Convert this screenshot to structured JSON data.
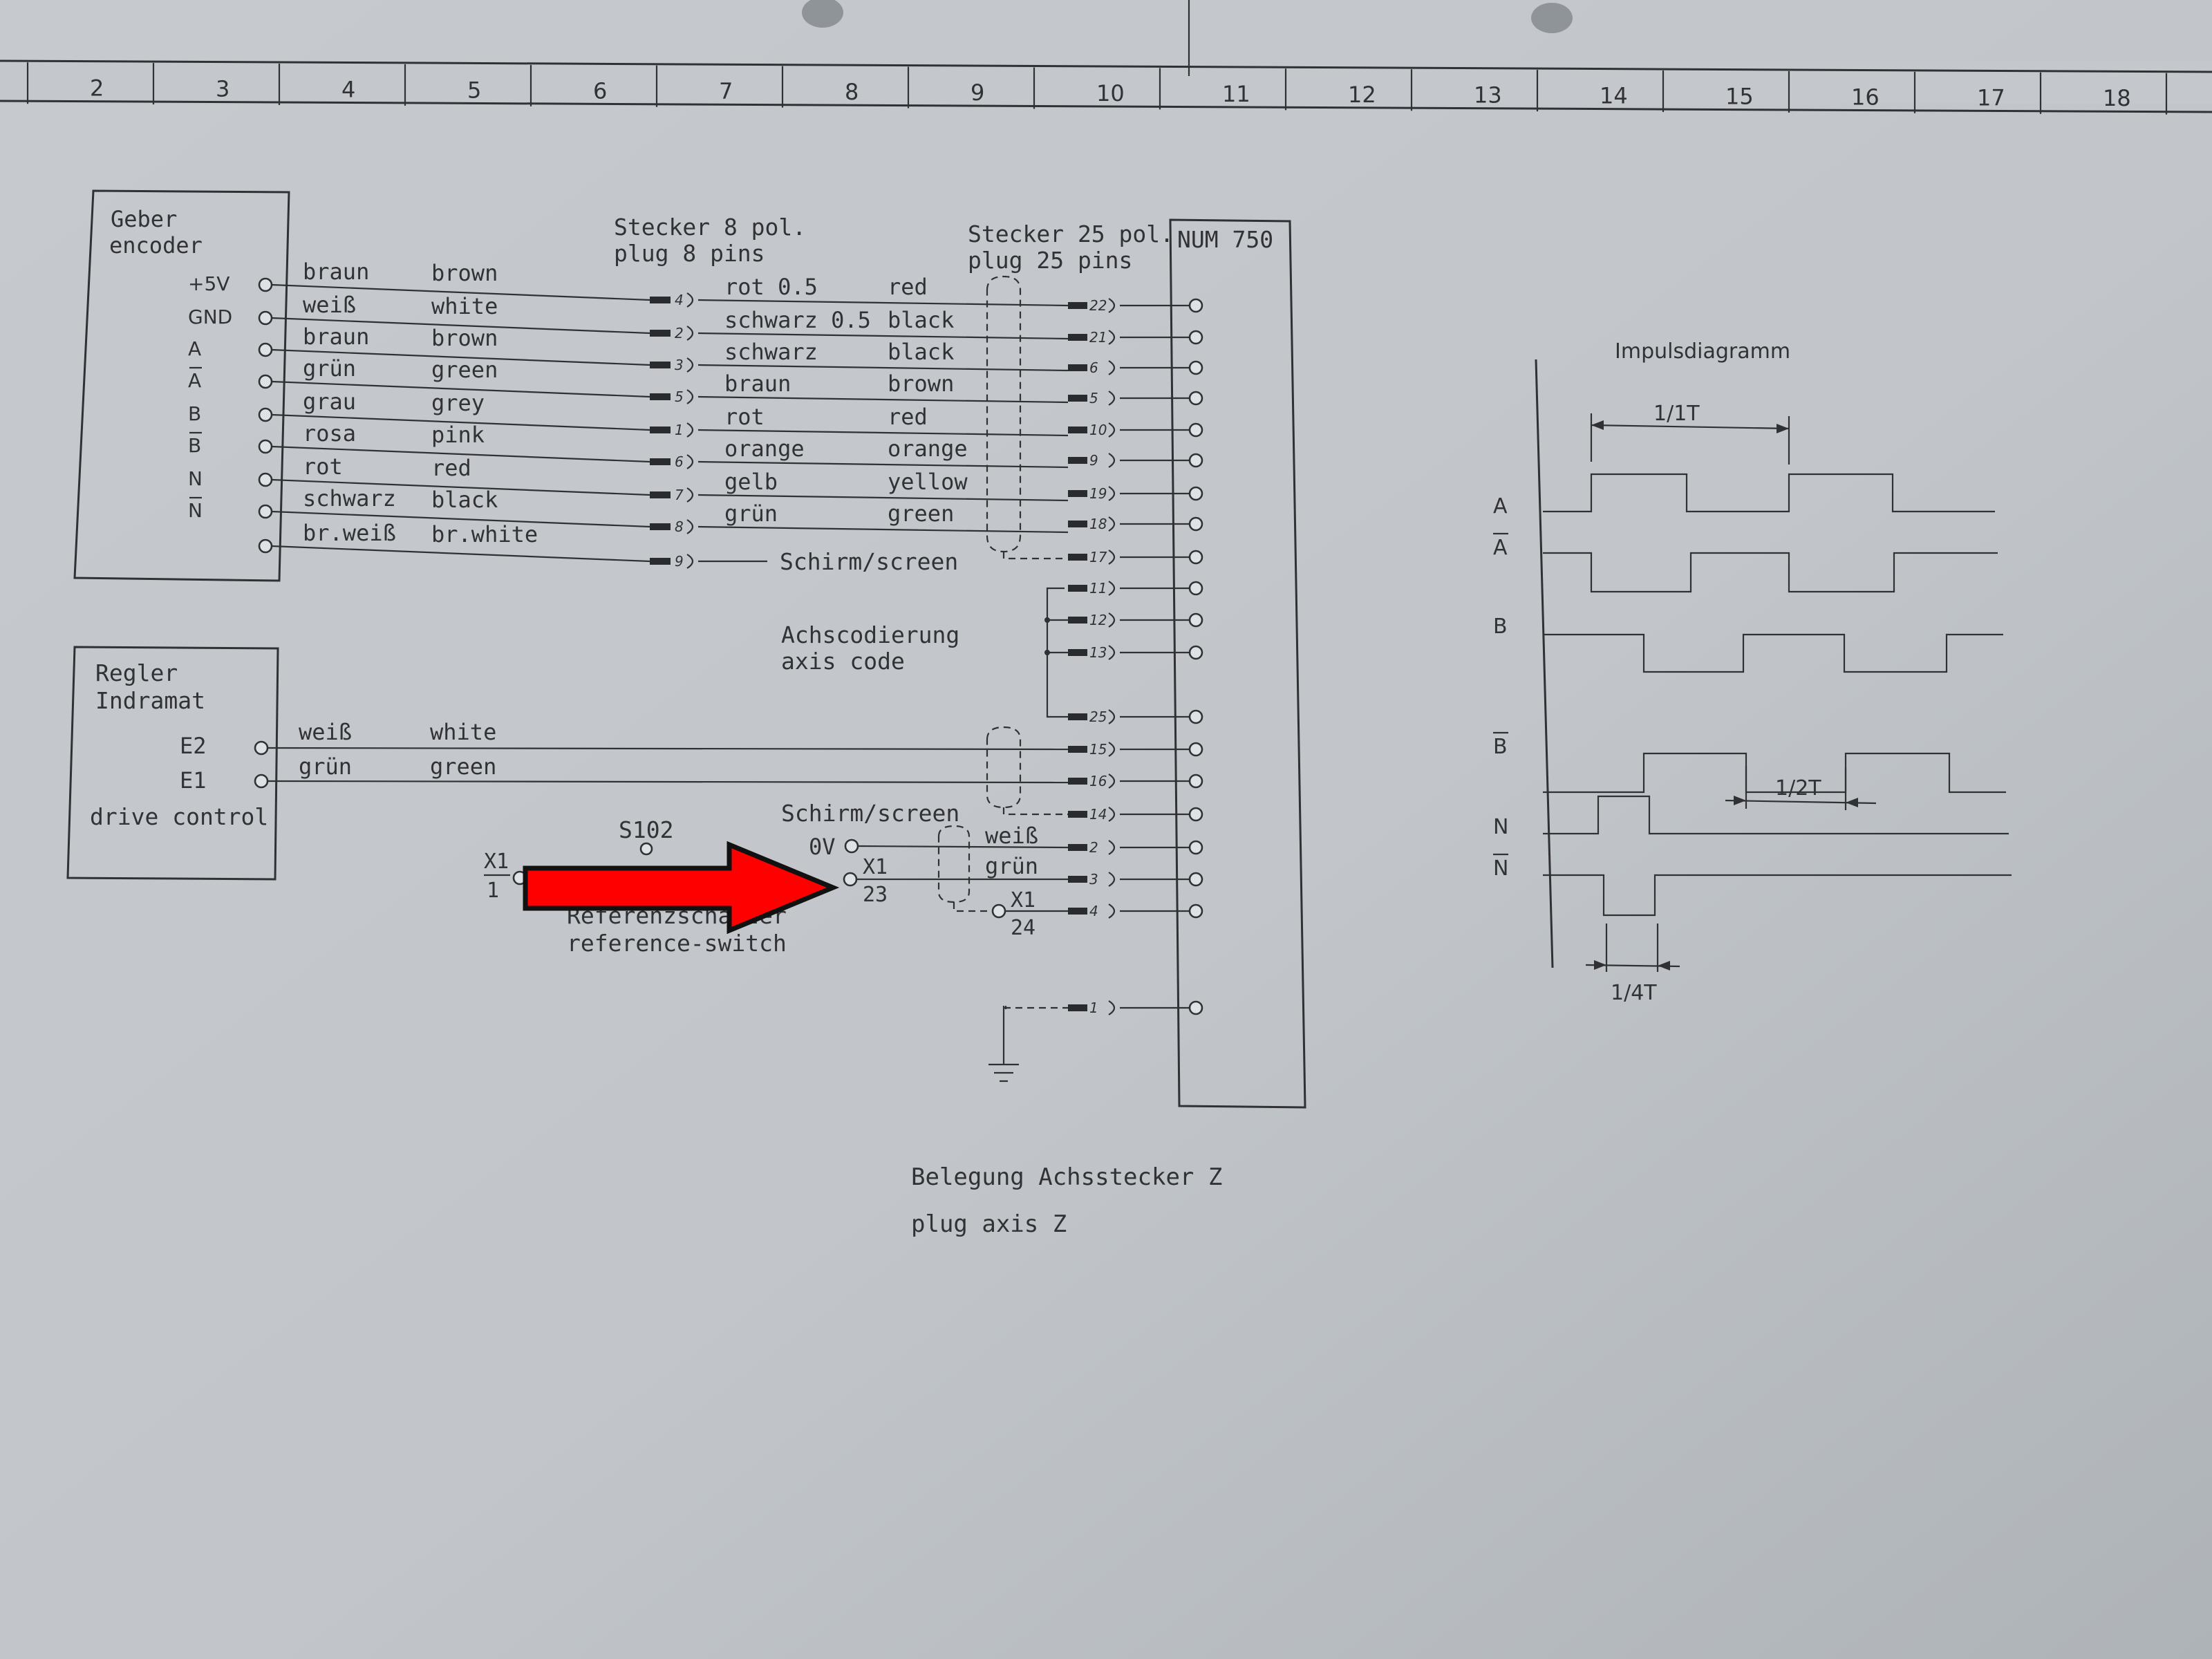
{
  "ruler": {
    "numbers": [
      "2",
      "3",
      "4",
      "5",
      "6",
      "7",
      "8",
      "9",
      "10",
      "11",
      "12",
      "13",
      "14",
      "15",
      "16",
      "17",
      "18"
    ]
  },
  "encoder": {
    "title_de": "Geber",
    "title_en": "encoder",
    "signals": [
      "+5V",
      "GND",
      "A",
      "A",
      "B",
      "B",
      "N",
      "N",
      ""
    ],
    "wires": [
      {
        "de": "braun",
        "en": "brown"
      },
      {
        "de": "weiß",
        "en": "white"
      },
      {
        "de": "braun",
        "en": "brown"
      },
      {
        "de": "grün",
        "en": "green"
      },
      {
        "de": "grau",
        "en": "grey"
      },
      {
        "de": "rosa",
        "en": "pink"
      },
      {
        "de": "rot",
        "en": "red"
      },
      {
        "de": "schwarz",
        "en": "black"
      },
      {
        "de": "br.weiß",
        "en": "br.white"
      }
    ]
  },
  "plug8": {
    "title_de": "Stecker 8 pol.",
    "title_en": "plug 8 pins",
    "pins": [
      "4",
      "2",
      "3",
      "5",
      "1",
      "6",
      "7",
      "8",
      "9"
    ]
  },
  "cable25": {
    "wires": [
      {
        "de": "rot 0.5",
        "en": "red"
      },
      {
        "de": "schwarz 0.5",
        "en": "black"
      },
      {
        "de": "schwarz",
        "en": "black"
      },
      {
        "de": "braun",
        "en": "brown"
      },
      {
        "de": "rot",
        "en": "red"
      },
      {
        "de": "orange",
        "en": "orange"
      },
      {
        "de": "gelb",
        "en": "yellow"
      },
      {
        "de": "grün",
        "en": "green"
      }
    ],
    "screen": "Schirm/screen"
  },
  "plug25": {
    "title_de": "Stecker 25 pol.",
    "title_en": "plug 25 pins",
    "pins": [
      "22",
      "21",
      "6",
      "5",
      "10",
      "9",
      "19",
      "18",
      "17",
      "11",
      "12",
      "13",
      "25",
      "15",
      "16",
      "14",
      "2",
      "3",
      "4",
      "1"
    ]
  },
  "num": {
    "title": "NUM 750"
  },
  "axis_code": {
    "de": "Achscodierung",
    "en": "axis code"
  },
  "regler": {
    "title_de": "Regler",
    "title_de2": "Indramat",
    "title_en": "drive control",
    "terminals": [
      "E2",
      "E1"
    ],
    "wires": [
      {
        "de": "weiß",
        "en": "white"
      },
      {
        "de": "grün",
        "en": "green"
      }
    ]
  },
  "reference": {
    "screen": "Schirm/screen",
    "switch_id": "S102",
    "ov": "0V",
    "x1_top": "X1",
    "x1_1": "1",
    "x1_23": "23",
    "x1_24": "24",
    "label_de": "Referenzschalter",
    "label_en": "reference-switch",
    "wire1": "weiß",
    "wire2": "grün"
  },
  "pulse_diagram": {
    "title": "Impulsdiagramm",
    "signals": [
      "A",
      "A",
      "B",
      "B",
      "N",
      "N"
    ],
    "period_full": "1/1T",
    "period_half": "1/2T",
    "period_quarter": "1/4T"
  },
  "caption": {
    "line1": "Belegung Achsstecker Z",
    "line2": "plug axis Z"
  },
  "annotation": {
    "arrow_color": "#ff0000"
  }
}
